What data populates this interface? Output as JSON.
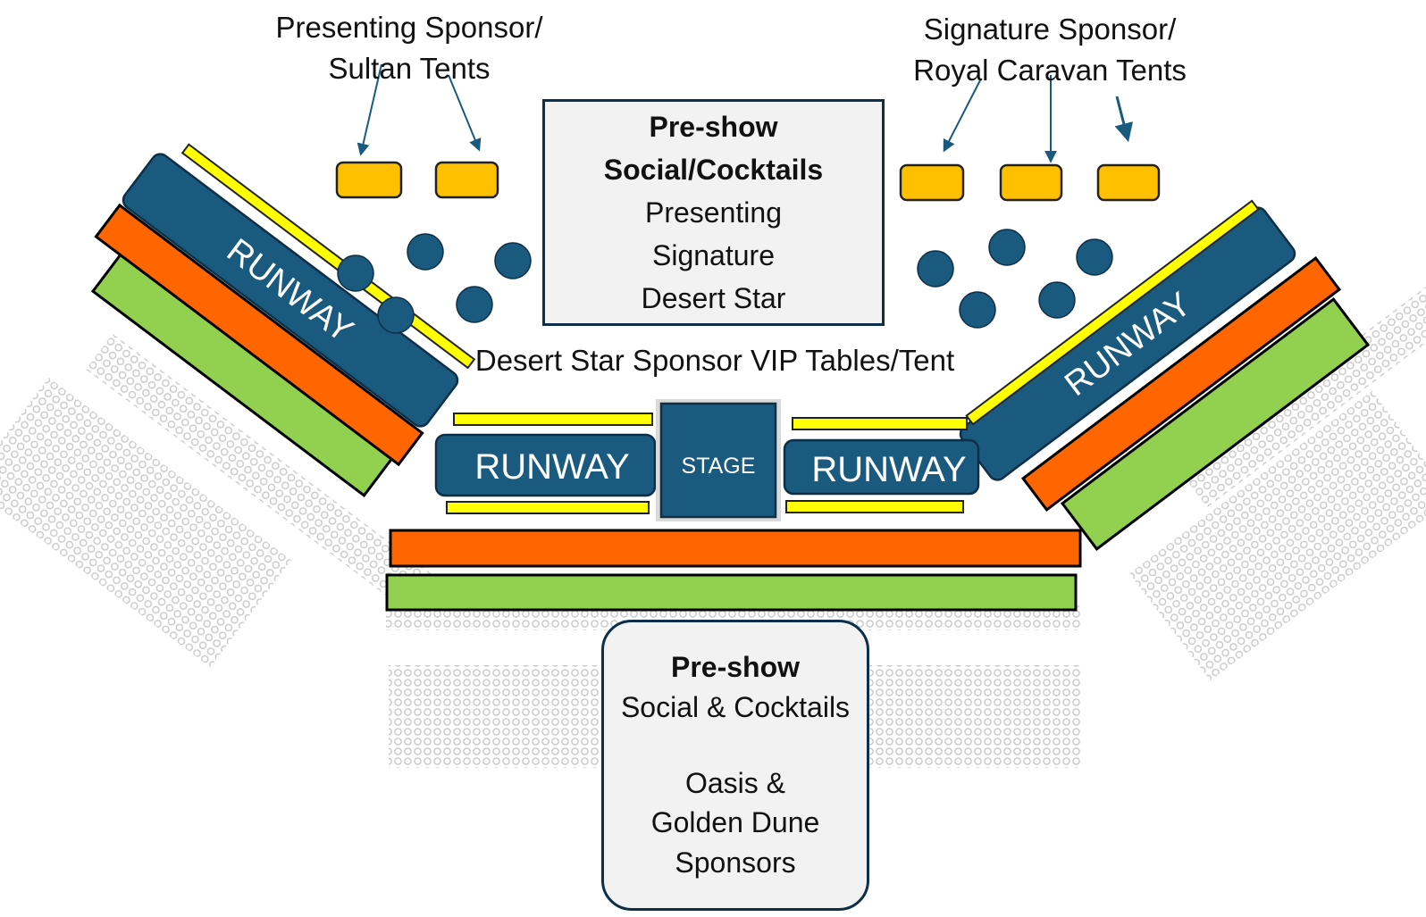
{
  "labels": {
    "presenting_tents_line1": "Presenting Sponsor/",
    "presenting_tents_line2": "Sultan  Tents",
    "signature_tents_line1": "Signature Sponsor/",
    "signature_tents_line2": "Royal Caravan  Tents",
    "desert_star_vip": "Desert Star Sponsor VIP Tables/Tent"
  },
  "top_box": {
    "title1": "Pre-show",
    "title2": "Social/Cocktails",
    "line1": "Presenting",
    "line2": "Signature",
    "line3": "Desert Star"
  },
  "bottom_box": {
    "title": "Pre-show",
    "line1": "Social & Cocktails",
    "line2": "Oasis &",
    "line3": "Golden Dune",
    "line4": "Sponsors"
  },
  "runway": {
    "left_diag": "RUNWAY",
    "left_center": "RUNWAY",
    "stage": "STAGE",
    "right_center": "RUNWAY",
    "right_diag": "RUNWAY"
  },
  "colors": {
    "navy": "#1a5a7e",
    "orange": "#ff6600",
    "green": "#92d050",
    "yellow": "#ffff00",
    "gold": "#ffc000",
    "box_fill": "#f2f2f2"
  }
}
